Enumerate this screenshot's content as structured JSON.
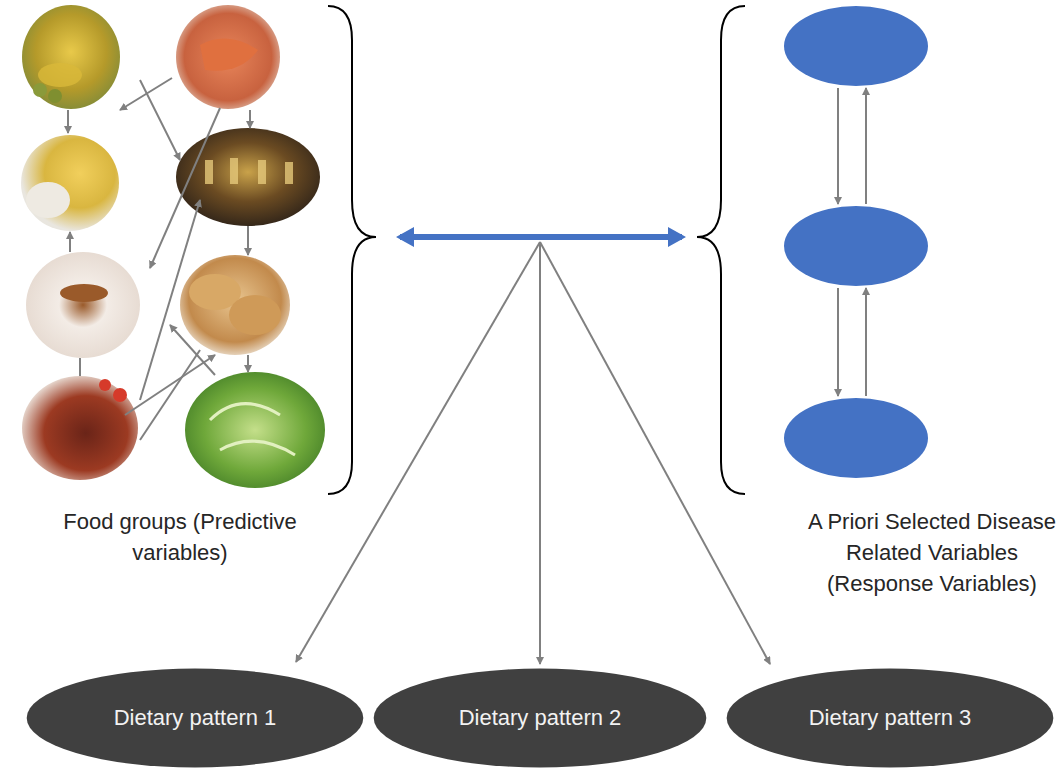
{
  "diagram": {
    "nodes": [
      {
        "text": [
          "Dietary pattern 1"
        ]
      },
      {
        "text": [
          "Dietary pattern 2"
        ]
      },
      {
        "text": [
          "Dietary pattern 3"
        ]
      }
    ],
    "labels": [
      "Food groups (Predictive variables)",
      "A Priori Selected Disease Related Variables (Response Variables)"
    ]
  }
}
